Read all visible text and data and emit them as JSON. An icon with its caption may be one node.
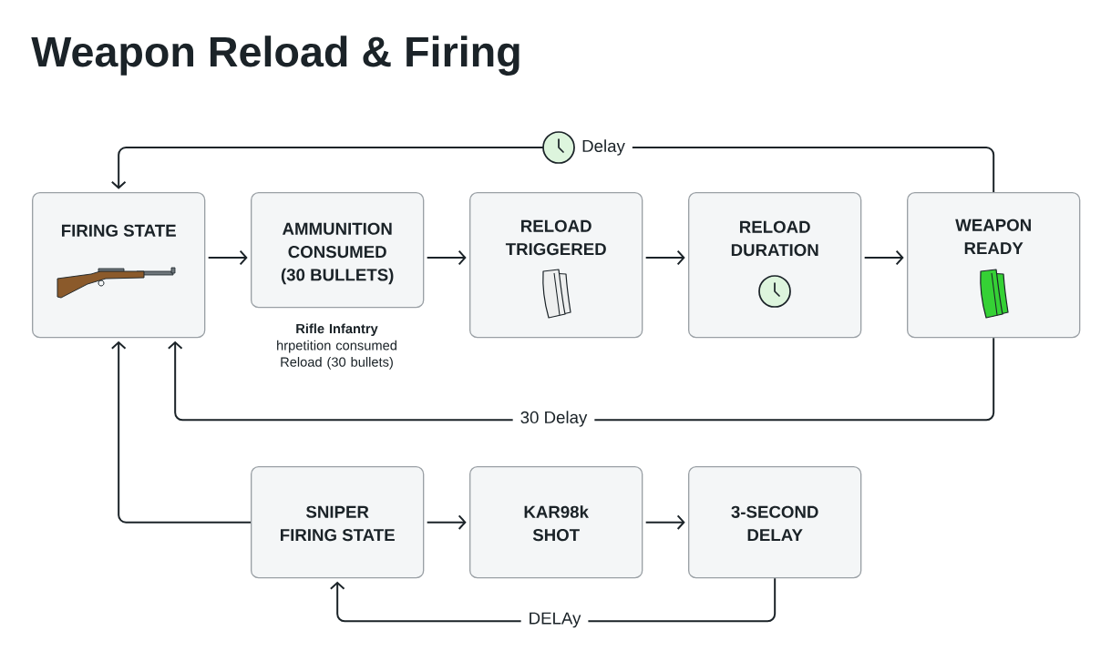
{
  "diagram": {
    "title": "Weapon Reload & Firing",
    "nodes": [
      {
        "text": [
          "FIRING STATE"
        ]
      },
      {
        "text": [
          "AMMUNITION CONSUMED (30 BULLETS)"
        ],
        "beside": [
          "Rifle Infantry",
          "hrpetition consumed Reload (30 bullets)"
        ]
      },
      {
        "text": [
          "RELOAD TRIGGERED"
        ]
      },
      {
        "text": [
          "RELOAD DURATION"
        ]
      },
      {
        "text": [
          "WEAPON READY"
        ]
      },
      {
        "text": [
          "SNIPER FIRING STATE"
        ]
      },
      {
        "text": [
          "KAR98k SHOT"
        ]
      },
      {
        "text": [
          "3-SECOND DELAY"
        ]
      }
    ],
    "edges": [
      {
        "from": 0,
        "to": 1,
        "arrow": "to"
      },
      {
        "from": 1,
        "to": 2,
        "arrow": "to"
      },
      {
        "from": 2,
        "to": 3,
        "arrow": "to"
      },
      {
        "from": 3,
        "to": 4,
        "arrow": "to"
      },
      {
        "from": 4,
        "to": 0,
        "arrow": "to",
        "label": "Delay"
      },
      {
        "from": 4,
        "to": 0,
        "arrow": "to",
        "label": "30 Delay"
      },
      {
        "from": 5,
        "to": 0,
        "arrow": "to"
      },
      {
        "from": 5,
        "to": 6,
        "arrow": "to"
      },
      {
        "from": 6,
        "to": 7,
        "arrow": "to"
      },
      {
        "from": 7,
        "to": 5,
        "arrow": "to",
        "label": "DELAy"
      }
    ]
  }
}
